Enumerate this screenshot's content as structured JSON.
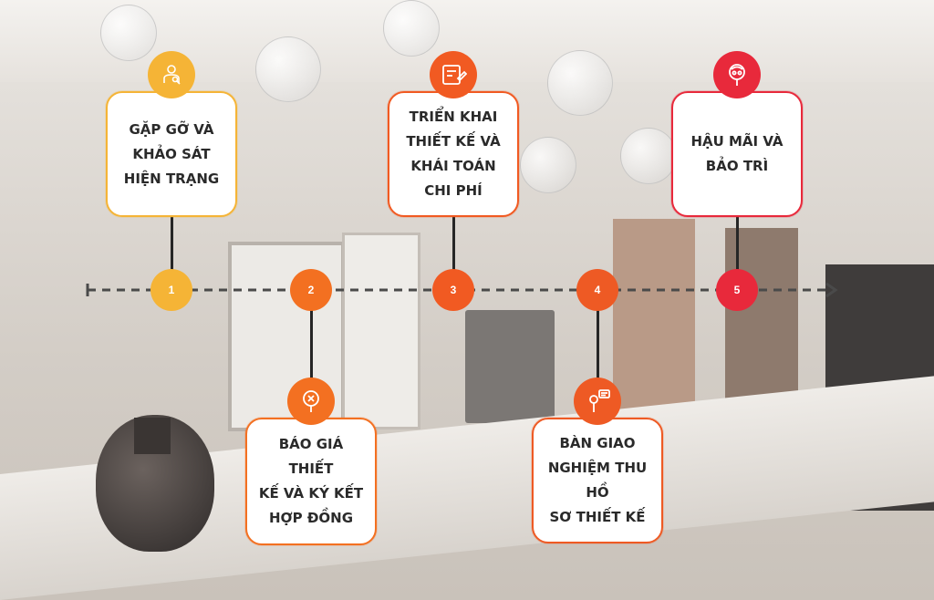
{
  "diagram": {
    "line_color": "#4a4a4a",
    "steps": [
      {
        "number": "1",
        "title": "GẶP GỠ VÀ\nKHẢO SÁT\nHIỆN TRẠNG",
        "color": "#f5b436",
        "card_position": "above",
        "icon": "person-search-icon"
      },
      {
        "number": "2",
        "title": "BÁO GIÁ THIẾT\nKẾ VÀ KÝ KẾT\nHỢP ĐỒNG",
        "color": "#f37021",
        "card_position": "below",
        "icon": "magnifier-x-icon"
      },
      {
        "number": "3",
        "title": "TRIỂN KHAI\nTHIẾT KẾ VÀ\nKHÁI TOÁN\nCHI PHÍ",
        "color": "#f15a22",
        "card_position": "above",
        "icon": "document-pen-icon"
      },
      {
        "number": "4",
        "title": "BÀN GIAO\nNGHIỆM THU HỒ\nSƠ THIẾT KẾ",
        "color": "#ee5a24",
        "card_position": "below",
        "icon": "microphone-chat-icon"
      },
      {
        "number": "5",
        "title": "HẬU MÃI VÀ\nBẢO TRÌ",
        "color": "#e8293b",
        "card_position": "above",
        "icon": "magnifier-gear-icon"
      }
    ]
  }
}
